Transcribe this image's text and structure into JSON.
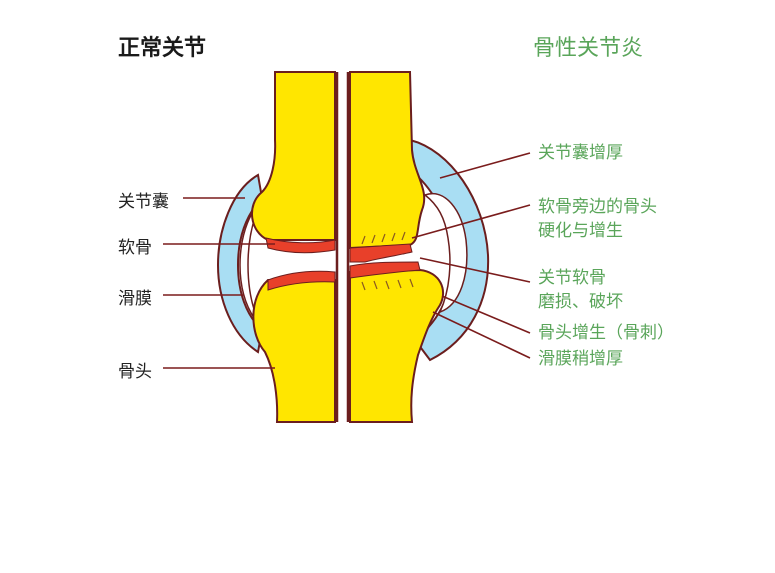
{
  "titles": {
    "normal": "正常关节",
    "arthritis": "骨性关节炎"
  },
  "labels_left": {
    "capsule": "关节囊",
    "cartilage": "软骨",
    "synovium": "滑膜",
    "bone": "骨头"
  },
  "labels_right": {
    "capsule_thick": "关节囊增厚",
    "cartilage_side_line1": "软骨旁边的骨头",
    "cartilage_side_line2": "硬化与增生",
    "wear_line1": "关节软骨",
    "wear_line2": "磨损、破坏",
    "spur": "骨头增生（骨刺）",
    "synovium_thick": "滑膜稍增厚"
  },
  "colors": {
    "bone": "#ffe600",
    "capsule": "#a9def3",
    "cartilage": "#e8402a",
    "outline": "#6b1e1e",
    "leader": "#7a1c1c",
    "right_text": "#5aa55a"
  }
}
